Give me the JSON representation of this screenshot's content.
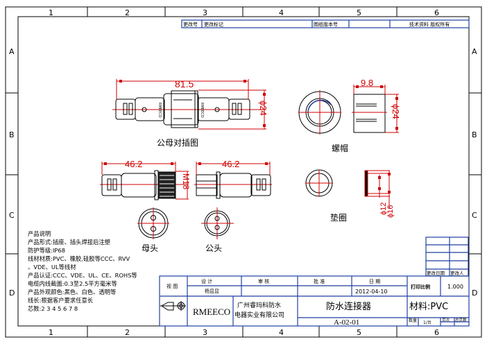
{
  "grid": {
    "columns": [
      "1",
      "2",
      "3",
      "4",
      "5",
      "6"
    ],
    "rows": [
      "A",
      "B",
      "C",
      "D"
    ]
  },
  "revision_header": {
    "change_no": "更改号",
    "change_mark": "更改标记",
    "drawing_version": "图纸版本号",
    "version_value": "",
    "tech_note": "技术资料 版权所有"
  },
  "revision_table": {
    "change_date": "更改日期",
    "changed_by": "更改人"
  },
  "views": {
    "assembly": {
      "label": "公母对插图",
      "length": "81.5",
      "diameter": "ϕ24",
      "brand_mark": "RMEECO"
    },
    "nut": {
      "label": "螺帽",
      "width": "9.8",
      "diameter": "ϕ24"
    },
    "gasket": {
      "label": "垫圈",
      "inner_diameter": "ϕ12",
      "outer_diameter": "ϕ16"
    },
    "female": {
      "label": "母头",
      "length": "46.2",
      "thread": "M18"
    },
    "male": {
      "label": "公头",
      "length": "46.2"
    }
  },
  "notes": [
    "产品说明",
    "产品形式:插座、插头焊接后注塑",
    "防护等级:IP68",
    "线材材质:PVC、橡胶,硅胶等CCC、RVV",
    "、VDE、UL等线材",
    "产品认证:CCC、VDE、UL、CE、ROHS等",
    "电缆内线截面:0.3至2.5平方毫米等",
    "产品外观颜色:黑色、白色、透明等",
    "线长:根据客户要求任意长",
    "芯数:2 3 4 5 6 7 8"
  ],
  "title_block": {
    "view_label": "视 图",
    "design_label": "设   计",
    "designer": "杨显显",
    "review_label": "审   核",
    "approve_label": "批   准",
    "date_label": "日   期",
    "date": "2012-04-10",
    "scale_label": "打印比例",
    "scale": "1.000",
    "brand": "RMEECO",
    "company_line1": "广州睿玛科防水",
    "company_line2": "电器实业有限公司",
    "product_name": "防水连接器",
    "material": "材料:PVC",
    "drawing_no": "A-02-01",
    "qty_label": "数量",
    "qty_value": "1/台",
    "sheet_label": "页次",
    "total_label": "总页数"
  }
}
